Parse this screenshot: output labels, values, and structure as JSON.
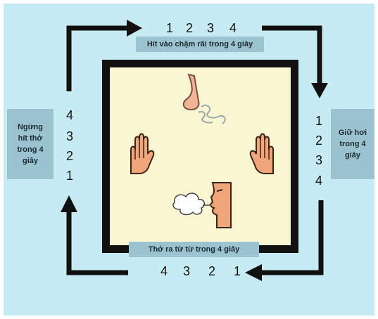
{
  "top": {
    "label": "Hít vào chậm rãi trong 4 giây",
    "numbers": [
      "1",
      "2",
      "3",
      "4"
    ]
  },
  "right": {
    "label": "Giữ hơi trong 4 giây",
    "numbers": [
      "1",
      "2",
      "3",
      "4"
    ]
  },
  "bottom": {
    "label": "Thở ra từ từ trong 4 giây",
    "numbers": [
      "4",
      "3",
      "2",
      "1"
    ]
  },
  "left": {
    "label": "Ngừng hít thở trong 4 giây",
    "numbers": [
      "4",
      "3",
      "2",
      "1"
    ]
  },
  "icons": [
    "nose-icon",
    "hand-left-icon",
    "hand-right-icon",
    "exhale-face-icon"
  ]
}
